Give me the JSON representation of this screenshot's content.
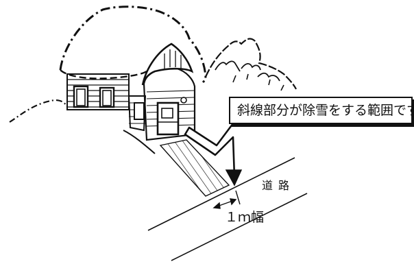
{
  "callout": {
    "text": "斜線部分が除雪をする範囲です。"
  },
  "road": {
    "label": "道路"
  },
  "measure": {
    "label": "１ｍ幅"
  },
  "icons": [
    "house-illustration",
    "mountain-illustration",
    "hatched-area",
    "pointer-arrow",
    "dimension-arrow"
  ]
}
